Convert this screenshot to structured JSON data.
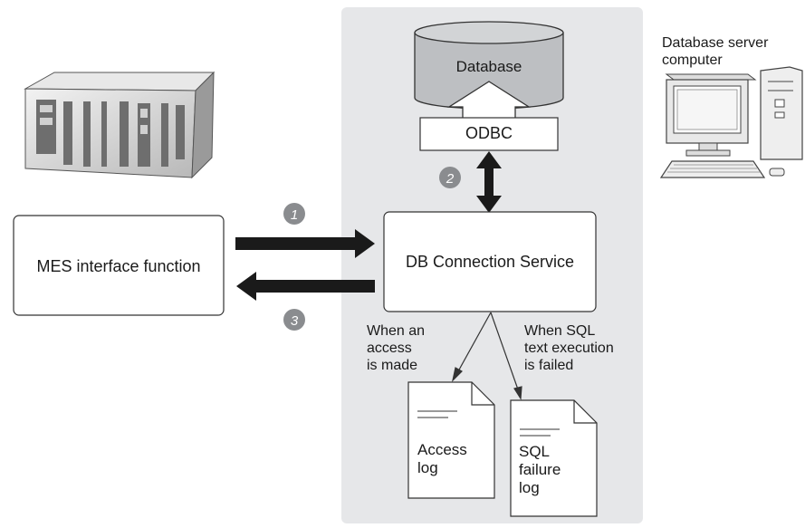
{
  "server": {
    "label": "Database server\ncomputer",
    "icon": "computer-icon"
  },
  "plc": {
    "icon": "plc-module-icon"
  },
  "database": {
    "label": "Database"
  },
  "odbc": {
    "label": "ODBC"
  },
  "mes": {
    "label": "MES interface function"
  },
  "dbservice": {
    "label": "DB Connection Service"
  },
  "steps": [
    {
      "number": "1"
    },
    {
      "number": "2"
    },
    {
      "number": "3"
    }
  ],
  "conditions": {
    "access": "When an\naccess\nis made",
    "sql_failed": "When SQL\ntext execution\nis failed"
  },
  "logs": {
    "access": "Access\nlog",
    "sql_failure": "SQL\nfailure\nlog"
  },
  "colors": {
    "service_area": "#e6e7e9",
    "database_fill": "#bdbfc2",
    "step_badge": "#8a8c8f",
    "arrow": "#1a1a1a"
  }
}
